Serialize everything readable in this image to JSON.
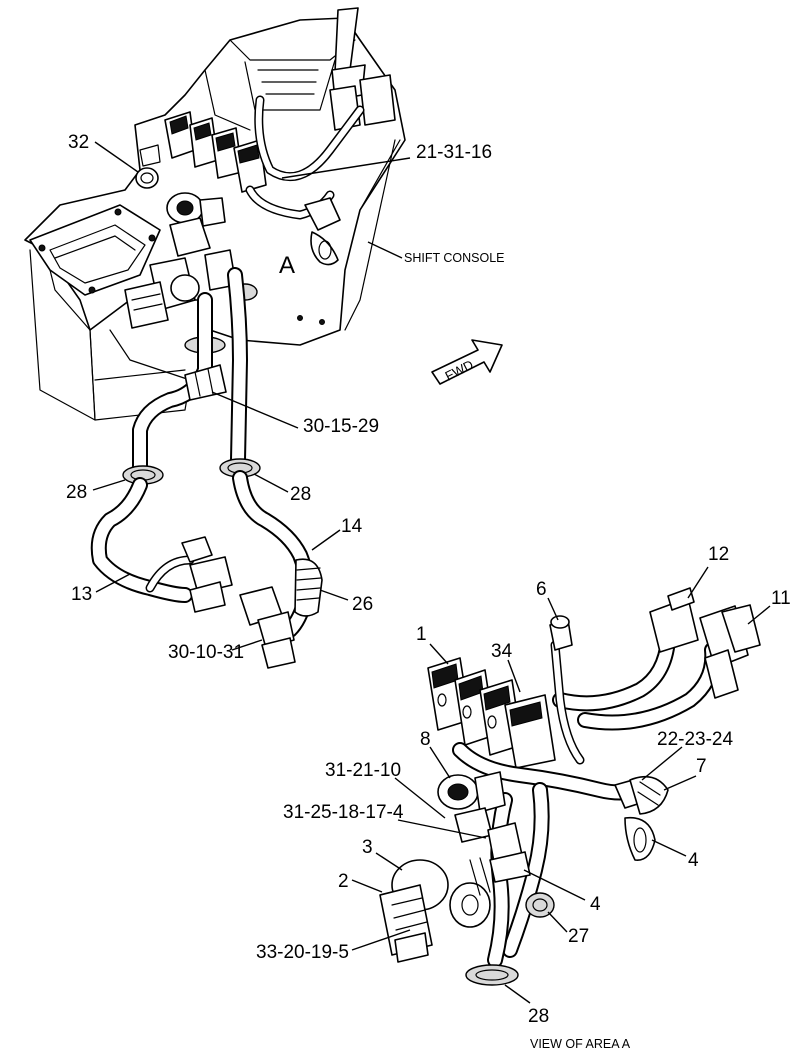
{
  "labels": {
    "console": "SHIFT CONSOLE",
    "area_letter": "A",
    "view_caption": "VIEW OF AREA  A",
    "direction": "FWD"
  },
  "callouts": {
    "c32": "32",
    "c21_31_16": "21-31-16",
    "c30_15_29": "30-15-29",
    "c28_left": "28",
    "c28_right": "28",
    "c14": "14",
    "c13": "13",
    "c26": "26",
    "c30_10_31": "30-10-31",
    "c12": "12",
    "c11": "11",
    "c6": "6",
    "c1": "1",
    "c34": "34",
    "c8": "8",
    "c22_23_24": "22-23-24",
    "c7": "7",
    "c31_21_10": "31-21-10",
    "c31_25_18_17_4": "31-25-18-17-4",
    "c3": "3",
    "c2": "2",
    "c4_right": "4",
    "c4_mid": "4",
    "c27": "27",
    "c33_20_19_5": "33-20-19-5",
    "c28_bottom": "28"
  }
}
